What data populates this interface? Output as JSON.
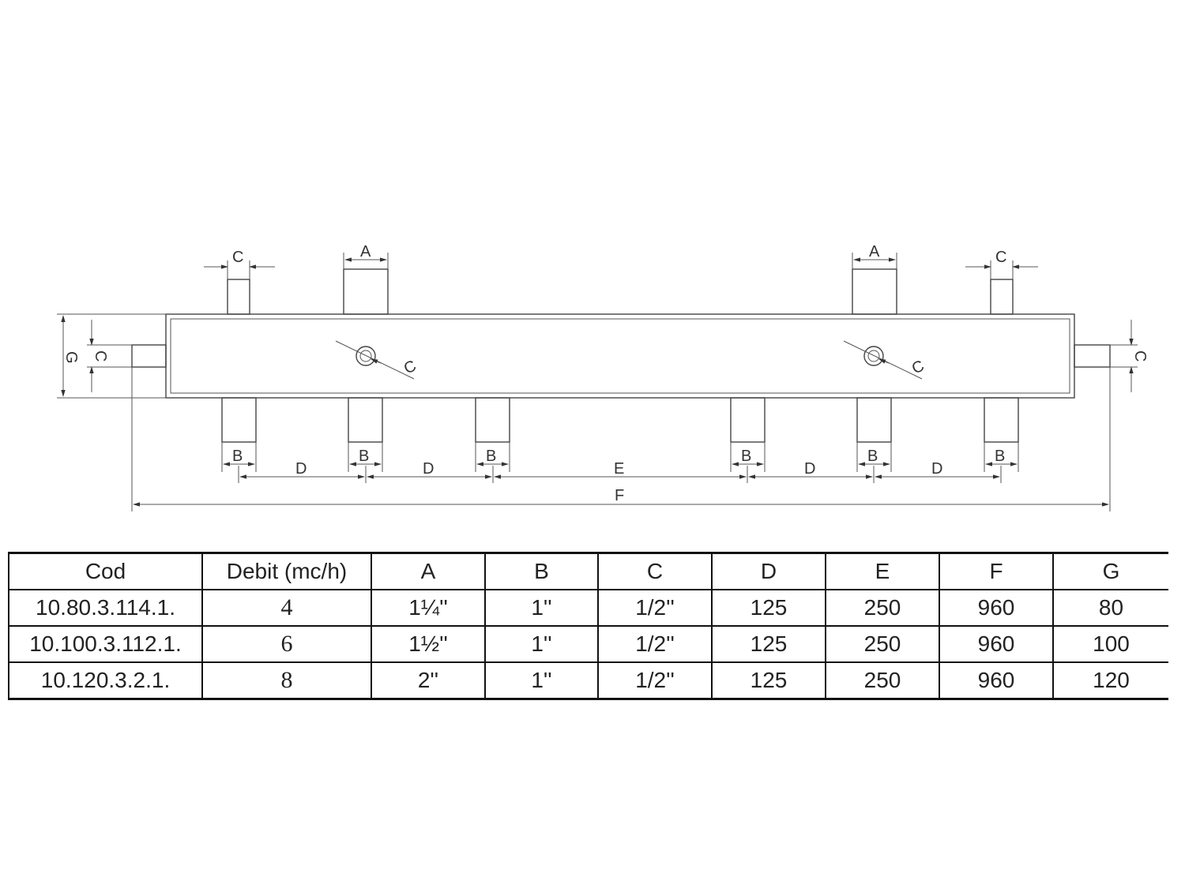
{
  "diagram": {
    "labels": {
      "a": "A",
      "b": "B",
      "c": "C",
      "d": "D",
      "e": "E",
      "f": "F",
      "g": "G"
    }
  },
  "table": {
    "headers": [
      "Cod",
      "Debit (mc/h)",
      "A",
      "B",
      "C",
      "D",
      "E",
      "F",
      "G"
    ],
    "rows": [
      [
        "10.80.3.114.1.",
        "4",
        "1¼''",
        "1''",
        "1/2''",
        "125",
        "250",
        "960",
        "80"
      ],
      [
        "10.100.3.112.1.",
        "6",
        "1½''",
        "1''",
        "1/2''",
        "125",
        "250",
        "960",
        "100"
      ],
      [
        "10.120.3.2.1.",
        "8",
        "2''",
        "1''",
        "1/2''",
        "125",
        "250",
        "960",
        "120"
      ]
    ]
  }
}
